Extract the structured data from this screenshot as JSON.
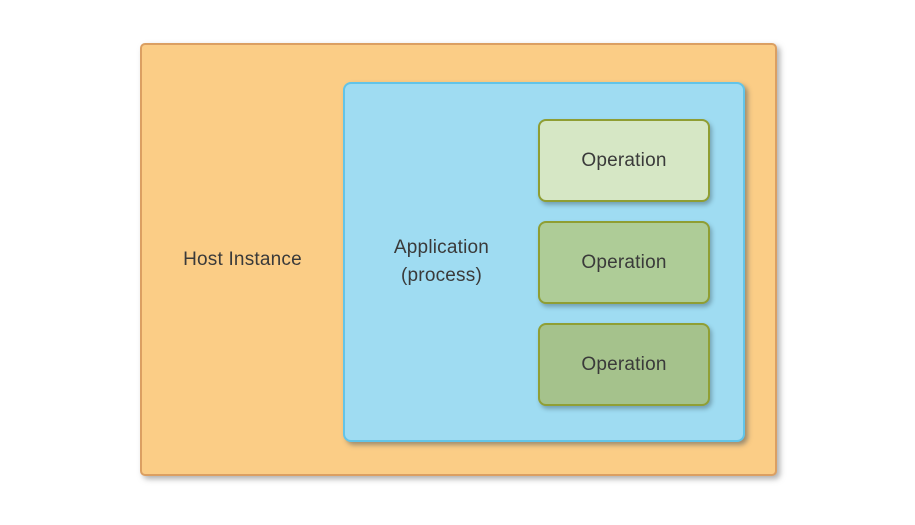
{
  "diagram": {
    "background_color": "#ffffff",
    "text_color": "#3a3a3a",
    "host": {
      "label": "Host Instance",
      "fill": "#fbcd86",
      "border": "#db9f62"
    },
    "application": {
      "label_line1": "Application",
      "label_line2": "(process)",
      "fill": "#9fdcf2",
      "border": "#62c4e8"
    },
    "operations": [
      {
        "label": "Operation",
        "fill": "#d6e7c5",
        "border": "#8f9e33"
      },
      {
        "label": "Operation",
        "fill": "#aecc97",
        "border": "#8f9e33"
      },
      {
        "label": "Operation",
        "fill": "#a5c28c",
        "border": "#909f35"
      }
    ]
  }
}
